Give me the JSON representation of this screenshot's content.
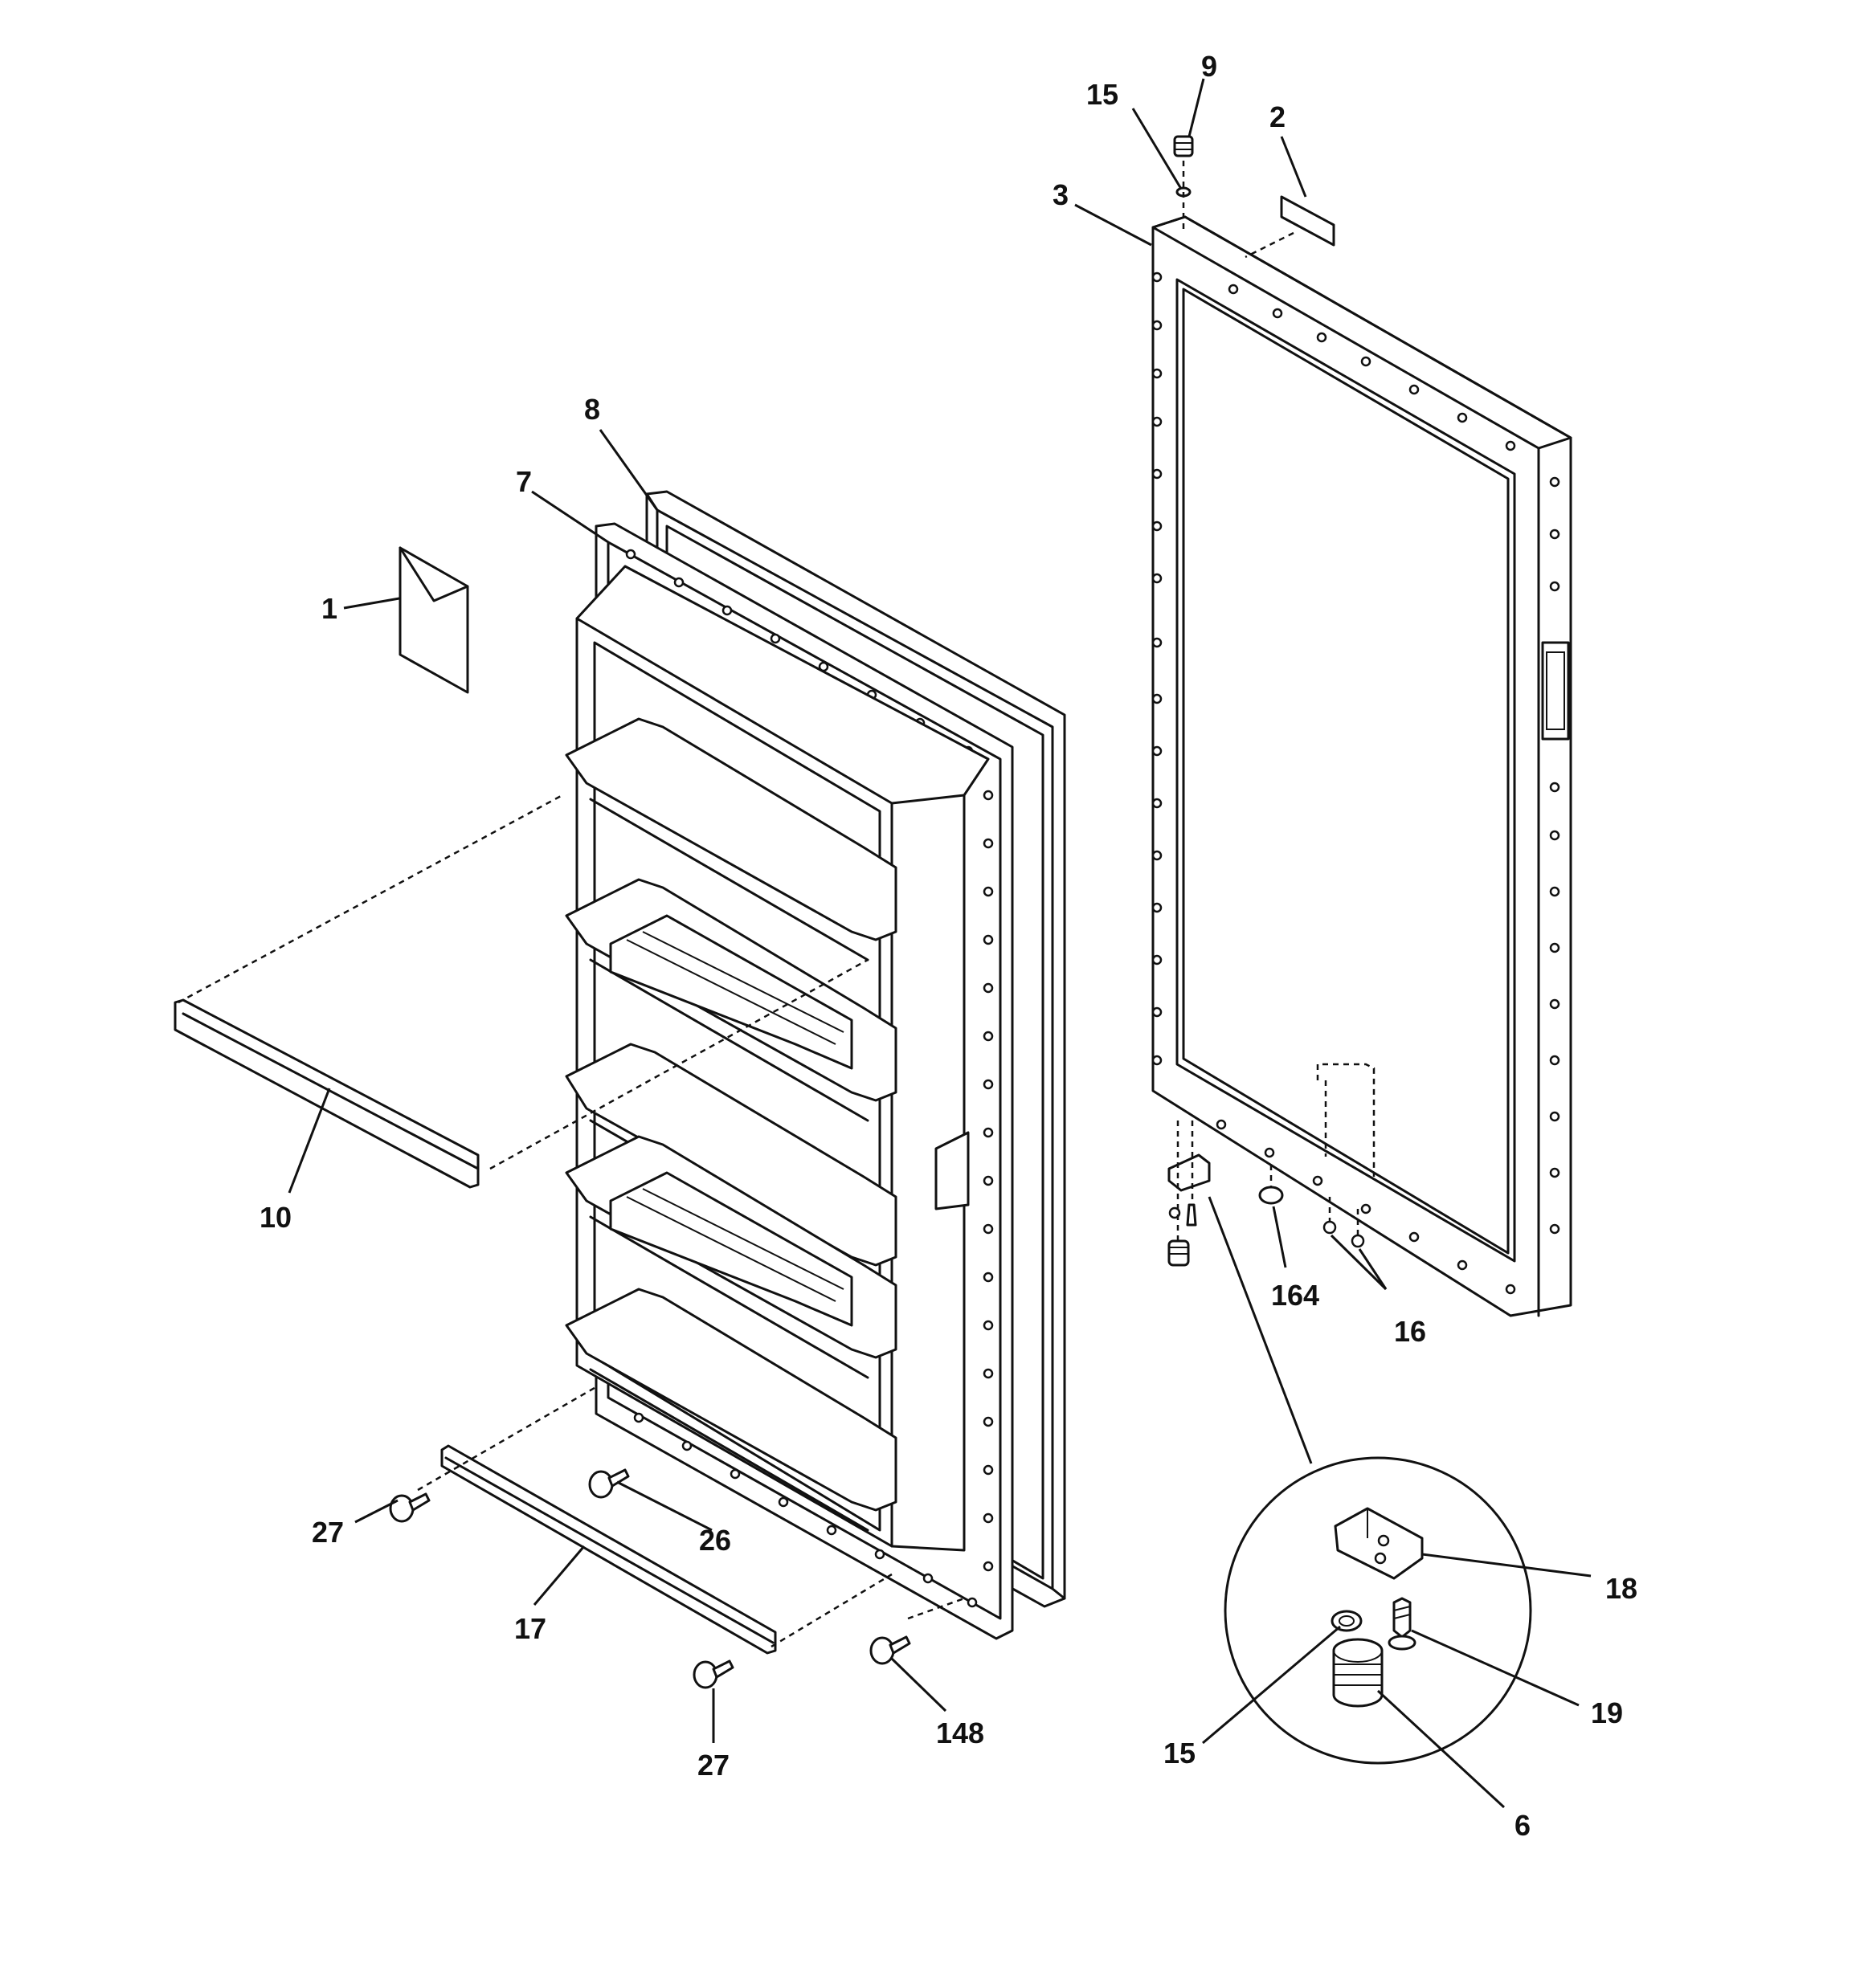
{
  "diagram": {
    "callouts": {
      "c1": "1",
      "c2": "2",
      "c3": "3",
      "c6": "6",
      "c7": "7",
      "c8": "8",
      "c9": "9",
      "c10": "10",
      "c15a": "15",
      "c15b": "15",
      "c16": "16",
      "c17": "17",
      "c18": "18",
      "c19": "19",
      "c26": "26",
      "c27a": "27",
      "c27b": "27",
      "c148": "148",
      "c164": "164"
    }
  }
}
